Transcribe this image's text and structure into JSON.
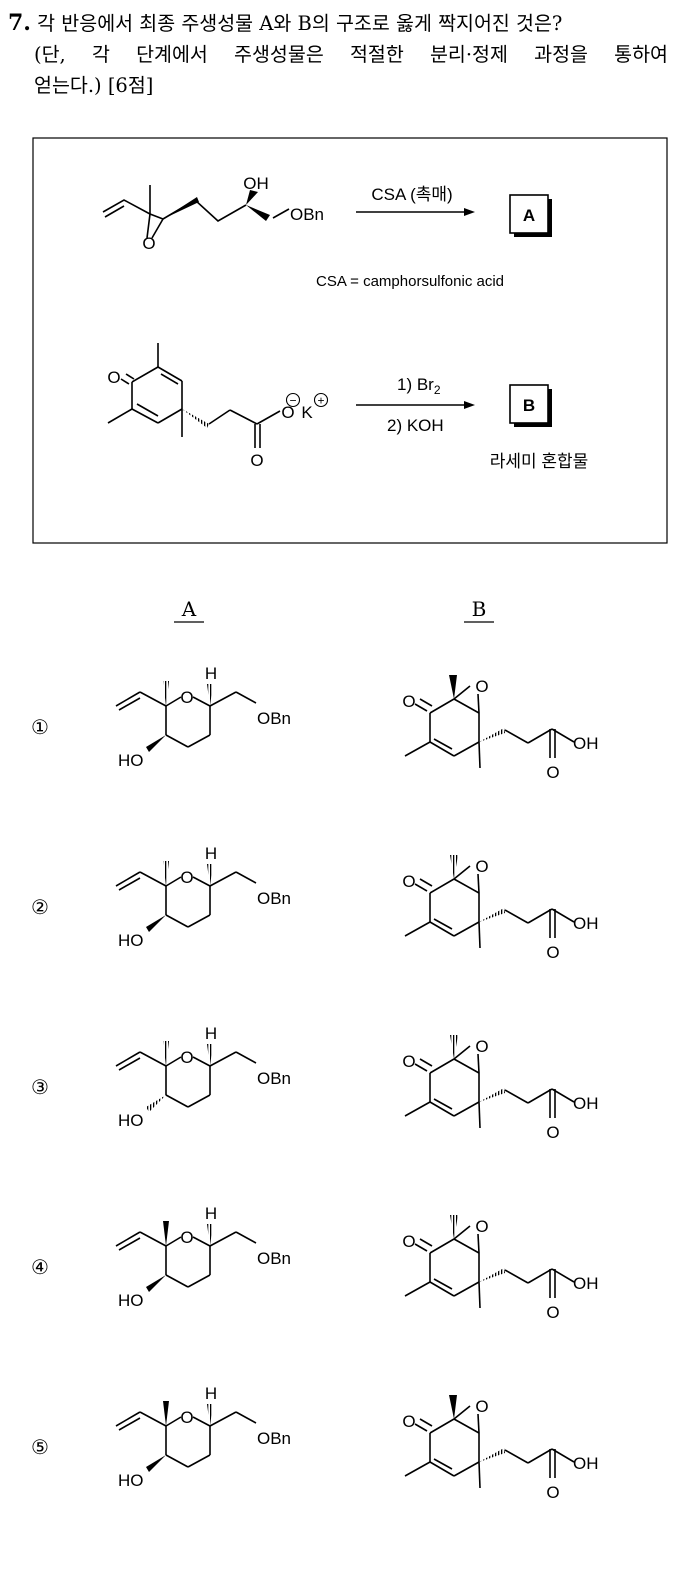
{
  "question": {
    "number": "7.",
    "line1": "각 반응에서 최종 주생성물 A와 B의 구조로 옳게 짝지어진 것은?",
    "line2": "(단, 각 단계에서 주생성물은 적절한 분리·정제 과정을 통하여",
    "line3": "얻는다.) [6점]"
  },
  "scheme": {
    "r1": {
      "reagent": "CSA (촉매)",
      "product": "A",
      "sm_oh": "OH",
      "sm_obn": "OBn",
      "sm_o": "O",
      "note": "CSA = camphorsulfonic acid"
    },
    "r2": {
      "step1_pre": "1) Br",
      "step1_sub": "2",
      "step2": "2) KOH",
      "product": "B",
      "note": "라세미 혼합물",
      "o_ketone": "O",
      "o_carboxyl": "O",
      "o_minus": "O",
      "k_plus": "K",
      "minus_sign": "−",
      "plus_sign": "+"
    }
  },
  "columns": {
    "a": "A",
    "b": "B"
  },
  "options": [
    {
      "mark": "①",
      "ho": "HO",
      "h": "H",
      "o_ring": "O",
      "obn": "OBn",
      "o_ketone": "O",
      "o_epox": "O",
      "oh": "OH",
      "o_acid": "O"
    },
    {
      "mark": "②",
      "ho": "HO",
      "h": "H",
      "o_ring": "O",
      "obn": "OBn",
      "o_ketone": "O",
      "o_epox": "O",
      "oh": "OH",
      "o_acid": "O"
    },
    {
      "mark": "③",
      "ho": "HO",
      "h": "H",
      "o_ring": "O",
      "obn": "OBn",
      "o_ketone": "O",
      "o_epox": "O",
      "oh": "OH",
      "o_acid": "O"
    },
    {
      "mark": "④",
      "ho": "HO",
      "h": "H",
      "o_ring": "O",
      "obn": "OBn",
      "o_ketone": "O",
      "o_epox": "O",
      "oh": "OH",
      "o_acid": "O"
    },
    {
      "mark": "⑤",
      "ho": "HO",
      "h": "H",
      "o_ring": "O",
      "obn": "OBn",
      "o_ketone": "O",
      "o_epox": "O",
      "oh": "OH",
      "o_acid": "O"
    }
  ]
}
